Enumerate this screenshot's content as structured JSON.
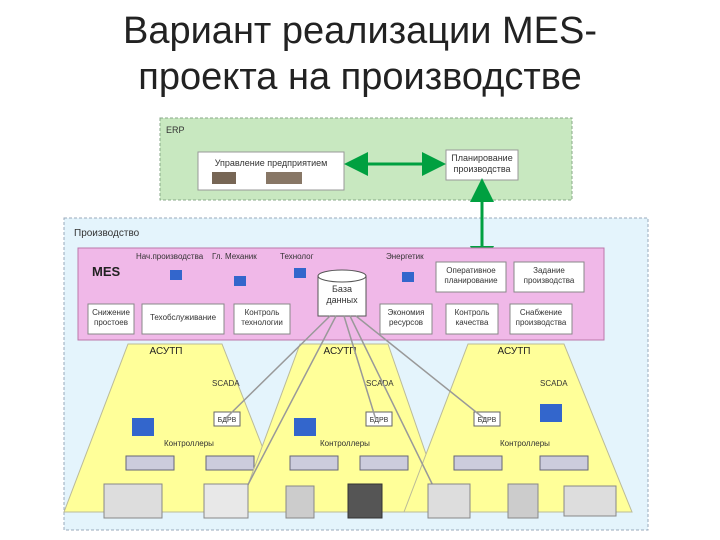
{
  "title": {
    "line1": "Вариант реализации MES-",
    "line2": "проекта на производстве"
  },
  "erp": {
    "label": "ERP",
    "mgmt": "Управление предприятием",
    "plan": "Планирование производства"
  },
  "production": {
    "label": "Производство"
  },
  "mes": {
    "label": "MES",
    "nach": "Нач.производства",
    "glmech": "Гл. Механик",
    "tech": "Технолог",
    "energ": "Энергетик",
    "db": "База данных",
    "box_plan": "Оперативное планирование",
    "box_status": "Задание производства",
    "box_downtime": "Снижение простоев",
    "box_service": "Техобслуживание",
    "box_techctl": "Контроль технологии",
    "box_energy": "Экономия ресурсов",
    "box_quality": "Контроль качества",
    "box_prod": "Снабжение производства"
  },
  "asutp": [
    {
      "label": "АСУТП",
      "scada": "SCADA",
      "bdrv": "БДРВ",
      "ctrl": "Контроллеры"
    },
    {
      "label": "АСУТП",
      "scada": "SCADA",
      "bdrv": "БДРВ",
      "ctrl": "Контроллеры"
    },
    {
      "label": "АСУТП",
      "scada": "SCADA",
      "bdrv": "БДРВ",
      "ctrl": "Контроллеры"
    }
  ],
  "colors": {
    "erp_bg": "#c8e8c0",
    "mes_bg": "#f0b8e8",
    "prod_bg": "#e4f4fc",
    "asutp_bg": "#ffff99",
    "link": "#00a040"
  }
}
